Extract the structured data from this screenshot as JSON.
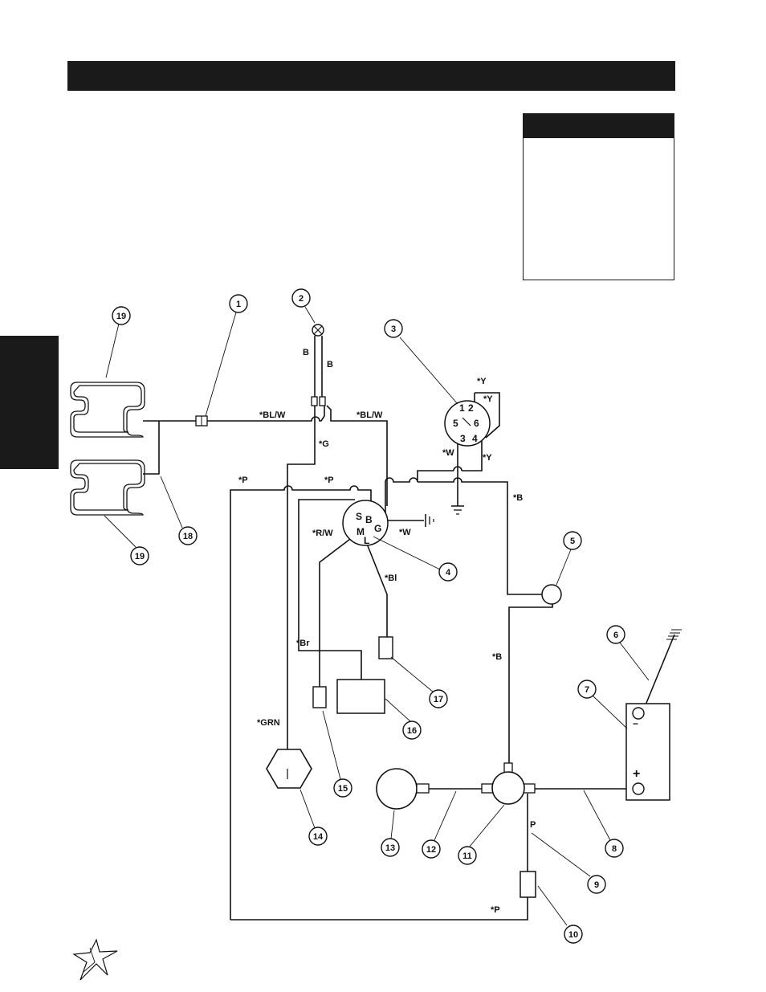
{
  "colors": {
    "ink": "#1a1a1a",
    "paper": "#ffffff"
  },
  "wire_labels": {
    "b_left": "B",
    "b_right": "B",
    "bl_w_left": "*BL/W",
    "bl_w_right": "*BL/W",
    "g": "*G",
    "p_left": "*P",
    "p_mid": "*P",
    "w_top": "*W",
    "w_ground": "*W",
    "y_top": "*Y",
    "y_inner": "*Y",
    "y_right": "*Y",
    "b_upper": "*B",
    "b_lower": "*B",
    "r_w": "*R/W",
    "bl": "*Bl",
    "br": "*Br",
    "grn": "*GRN",
    "p_small": "P",
    "p_bottom": "*P"
  },
  "switch_3_pins": {
    "p1": "1",
    "p2": "2",
    "p3": "3",
    "p4": "4",
    "p5": "5",
    "p6": "6"
  },
  "switch_4_pins": {
    "s": "S",
    "b": "B",
    "g": "G",
    "m": "M",
    "l": "L"
  },
  "battery_terminals": {
    "negative": "−",
    "positive": "+"
  },
  "callouts": {
    "c1": "1",
    "c2": "2",
    "c3": "3",
    "c4": "4",
    "c5": "5",
    "c6": "6",
    "c7": "7",
    "c8": "8",
    "c9": "9",
    "c10": "10",
    "c11": "11",
    "c12": "12",
    "c13": "13",
    "c14": "14",
    "c15": "15",
    "c16": "16",
    "c17": "17",
    "c18": "18",
    "c19_top": "19",
    "c19_bottom": "19"
  },
  "icons": {
    "logo": "star-logo-icon",
    "lamp": "lamp-icon",
    "ground": "ground-icon"
  }
}
